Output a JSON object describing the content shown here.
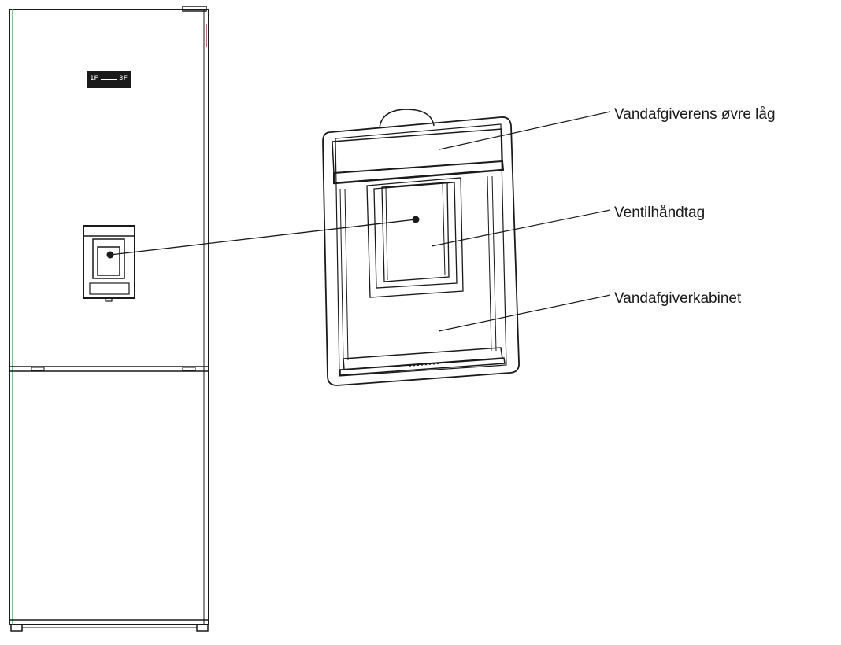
{
  "diagram": {
    "labels": {
      "upper_lid": "Vandafgiverens øvre låg",
      "valve_handle": "Ventilhåndtag",
      "cabinet": "Vandafgiverkabinet"
    },
    "display": {
      "left_value": "1F",
      "right_value": "3F"
    },
    "colors": {
      "line": "#1a1a1a",
      "door_edge_accent": "#6aa76a",
      "door_edge_red": "#b03a3a"
    },
    "icons": {
      "pointer_dot": "filled-circle"
    }
  }
}
